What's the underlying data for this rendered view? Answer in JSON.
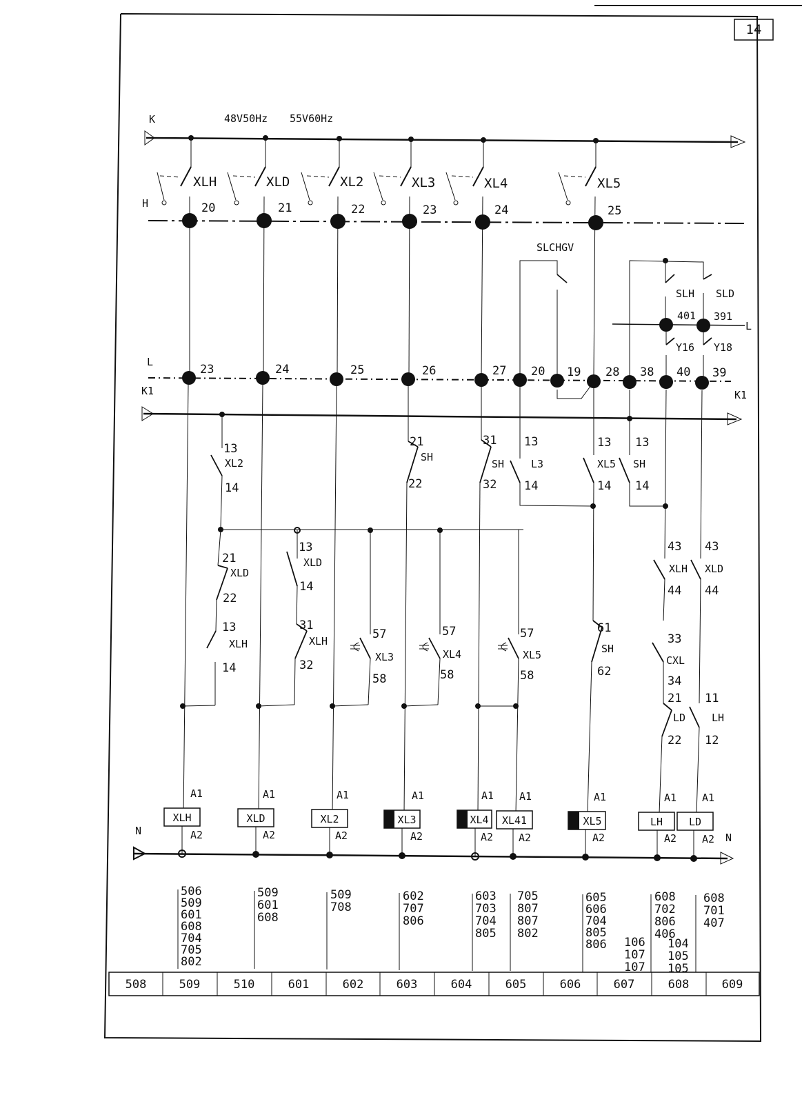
{
  "page_number": "14",
  "supply_labels": [
    "48V50Hz",
    "55V60Hz"
  ],
  "bus_labels": {
    "K": "K",
    "H": "H",
    "L_top": "L",
    "L_mid": "L",
    "K1_left": "K1",
    "K1_right": "K1",
    "N_left": "N",
    "N_right": "N"
  },
  "selector_switches": [
    "XLH",
    "XLD",
    "XL2",
    "XL3",
    "XL4",
    "XL5"
  ],
  "h_bus_terminals": [
    "20",
    "21",
    "22",
    "23",
    "24",
    "25"
  ],
  "l_bus_terminals": [
    "23",
    "24",
    "25",
    "26",
    "27",
    "20",
    "19",
    "28",
    "38",
    "40",
    "39"
  ],
  "aux_terminals": [
    "401",
    "391"
  ],
  "device_labels": {
    "slchgv": "SLCHGV",
    "slh": "SLH",
    "sld": "SLD",
    "y16": "Y16",
    "y18": "Y18",
    "sh": "SH",
    "l3": "L3",
    "xl5": "XL5",
    "xl2": "XL2",
    "xld": "XLD",
    "xlh": "XLH",
    "xl3": "XL3",
    "xl4": "XL4",
    "cxl": "CXL",
    "ld": "LD",
    "lh": "LH"
  },
  "contact_numbers": {
    "n13": "13",
    "n14": "14",
    "n21": "21",
    "n22": "22",
    "n31": "31",
    "n32": "32",
    "n33": "33",
    "n34": "34",
    "n43": "43",
    "n44": "44",
    "n57": "57",
    "n58": "58",
    "n61": "61",
    "n62": "62",
    "n11": "11",
    "n12": "12"
  },
  "coil_terminals": {
    "a1": "A1",
    "a2": "A2"
  },
  "coils": [
    "XLH",
    "XLD",
    "XL2",
    "XL3",
    "XL4",
    "XL41",
    "XL5",
    "LH",
    "LD"
  ],
  "cross_refs": [
    [
      "506",
      "509",
      "601",
      "608",
      "704",
      "705",
      "802"
    ],
    [
      "509",
      "601",
      "608"
    ],
    [
      "509",
      "708"
    ],
    [
      "602",
      "707",
      "806"
    ],
    [
      "603",
      "703",
      "704",
      "805"
    ],
    [
      "705",
      "807",
      "807",
      "802"
    ],
    [
      "605",
      "606",
      "704",
      "805",
      "806"
    ],
    [
      "106",
      "107",
      "107"
    ],
    [
      "608",
      "702",
      "806",
      "406"
    ],
    [
      "104",
      "105",
      "105"
    ],
    [
      "608",
      "701",
      "407"
    ]
  ],
  "footer_columns": [
    "508",
    "509",
    "510",
    "601",
    "602",
    "603",
    "604",
    "605",
    "606",
    "607",
    "608",
    "609"
  ]
}
